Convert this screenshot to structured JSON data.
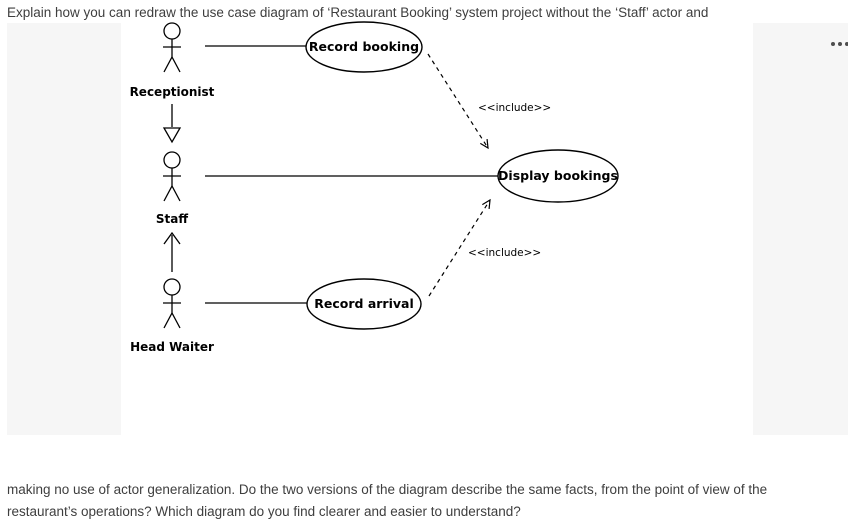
{
  "page": {
    "question_intro": "Explain how you can redraw the use case diagram of ‘Restaurant Booking’ system project without the ‘Staff’ actor and",
    "question_bottom_line1": "making no use of actor generalization. Do the two versions of the diagram describe the same facts, from the point of view of the",
    "question_bottom_line2": "restaurant’s operations? Which diagram do you find clearer and easier to understand?"
  },
  "toolbar": {
    "more_icon": "more-options-dots"
  },
  "diagram": {
    "type": "uml-use-case",
    "system": "Restaurant Booking",
    "actors": [
      {
        "name": "Receptionist"
      },
      {
        "name": "Staff"
      },
      {
        "name": "Head Waiter"
      }
    ],
    "use_cases": [
      {
        "name": "Record booking"
      },
      {
        "name": "Display bookings"
      },
      {
        "name": "Record arrival"
      }
    ],
    "include_label": "<<include>>",
    "relations": [
      {
        "from": "Receptionist",
        "to": "Record booking",
        "kind": "association"
      },
      {
        "from": "Staff",
        "to": "Display bookings",
        "kind": "association"
      },
      {
        "from": "Head Waiter",
        "to": "Record arrival",
        "kind": "association"
      },
      {
        "from": "Receptionist",
        "to": "Staff",
        "kind": "generalization"
      },
      {
        "from": "Head Waiter",
        "to": "Staff",
        "kind": "generalization"
      },
      {
        "from": "Record booking",
        "to": "Display bookings",
        "kind": "include"
      },
      {
        "from": "Record arrival",
        "to": "Display bookings",
        "kind": "include"
      }
    ]
  },
  "colors": {
    "page_background": "#ffffff",
    "panel_background": "#f6f6f6",
    "body_text": "#3e3e3e",
    "diagram_ink": "#000000",
    "dots_icon": "#4d4d4d"
  }
}
